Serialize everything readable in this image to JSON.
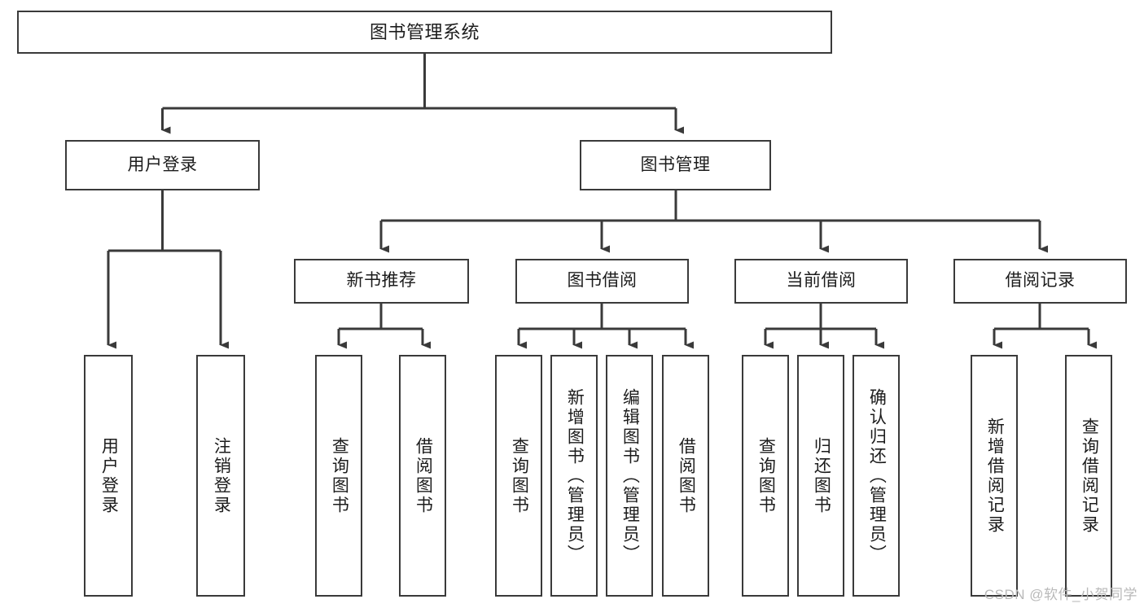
{
  "diagram": {
    "title": "图书管理系统",
    "type": "tree-hierarchy-chart",
    "orientation": "top-down",
    "watermark": "CSDN @软件_小贺同学",
    "colors": {
      "box_border": "#3a3a3a",
      "box_fill": "#ffffff",
      "connector": "#3a3a3a",
      "text": "#1c1c1c",
      "watermark": "#b9b9b9",
      "background": "#ffffff"
    },
    "nodes": {
      "root": {
        "label": "图书管理系统",
        "level": 1,
        "text_direction": "horizontal"
      },
      "user_login": {
        "label": "用户登录",
        "level": 2,
        "text_direction": "horizontal"
      },
      "book_manage": {
        "label": "图书管理",
        "level": 2,
        "text_direction": "horizontal"
      },
      "new_book_rec": {
        "label": "新书推荐",
        "level": 3,
        "text_direction": "horizontal"
      },
      "book_borrow": {
        "label": "图书借阅",
        "level": 3,
        "text_direction": "horizontal"
      },
      "current_borrow": {
        "label": "当前借阅",
        "level": 3,
        "text_direction": "horizontal"
      },
      "borrow_record": {
        "label": "借阅记录",
        "level": 3,
        "text_direction": "horizontal"
      },
      "leaf_user_login": {
        "label": "用户登录",
        "level": 4,
        "text_direction": "vertical",
        "parent": "user_login"
      },
      "leaf_logout": {
        "label": "注销登录",
        "level": 4,
        "text_direction": "vertical",
        "parent": "user_login"
      },
      "leaf_query_book_a": {
        "label": "查询图书",
        "level": 4,
        "text_direction": "vertical",
        "parent": "new_book_rec"
      },
      "leaf_borrow_book_a": {
        "label": "借阅图书",
        "level": 4,
        "text_direction": "vertical",
        "parent": "new_book_rec"
      },
      "leaf_query_book_b": {
        "label": "查询图书",
        "level": 4,
        "text_direction": "vertical",
        "parent": "book_borrow"
      },
      "leaf_add_book": {
        "label": "新增图书（管理员）",
        "level": 4,
        "text_direction": "vertical",
        "parent": "book_borrow"
      },
      "leaf_edit_book": {
        "label": "编辑图书（管理员）",
        "level": 4,
        "text_direction": "vertical",
        "parent": "book_borrow"
      },
      "leaf_borrow_book_b": {
        "label": "借阅图书",
        "level": 4,
        "text_direction": "vertical",
        "parent": "book_borrow"
      },
      "leaf_query_book_c": {
        "label": "查询图书",
        "level": 4,
        "text_direction": "vertical",
        "parent": "current_borrow"
      },
      "leaf_return_book": {
        "label": "归还图书",
        "level": 4,
        "text_direction": "vertical",
        "parent": "current_borrow"
      },
      "leaf_confirm_return": {
        "label": "确认归还（管理员）",
        "level": 4,
        "text_direction": "vertical",
        "parent": "current_borrow"
      },
      "leaf_add_record": {
        "label": "新增借阅记录",
        "level": 4,
        "text_direction": "vertical",
        "parent": "borrow_record"
      },
      "leaf_query_record": {
        "label": "查询借阅记录",
        "level": 4,
        "text_direction": "vertical",
        "parent": "borrow_record"
      }
    }
  }
}
